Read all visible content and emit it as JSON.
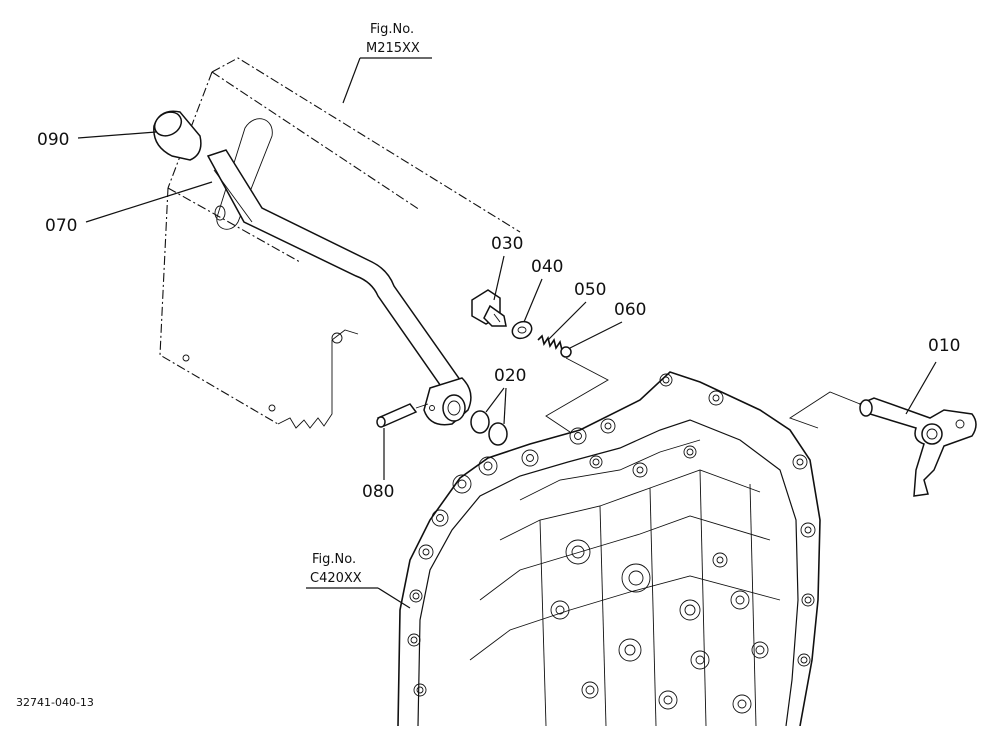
{
  "drawing": {
    "code": "32741-040-13"
  },
  "refs": [
    {
      "name": "ref-m215xx",
      "fig": "Fig.No.",
      "num": "M215XX"
    },
    {
      "name": "ref-c420xx",
      "fig": "Fig.No.",
      "num": "C420XX"
    }
  ],
  "parts": [
    {
      "name": "part-010",
      "label": "010"
    },
    {
      "name": "part-020",
      "label": "020"
    },
    {
      "name": "part-030",
      "label": "030"
    },
    {
      "name": "part-040",
      "label": "040"
    },
    {
      "name": "part-050",
      "label": "050"
    },
    {
      "name": "part-060",
      "label": "060"
    },
    {
      "name": "part-070",
      "label": "070"
    },
    {
      "name": "part-080",
      "label": "080"
    },
    {
      "name": "part-090",
      "label": "090"
    }
  ]
}
